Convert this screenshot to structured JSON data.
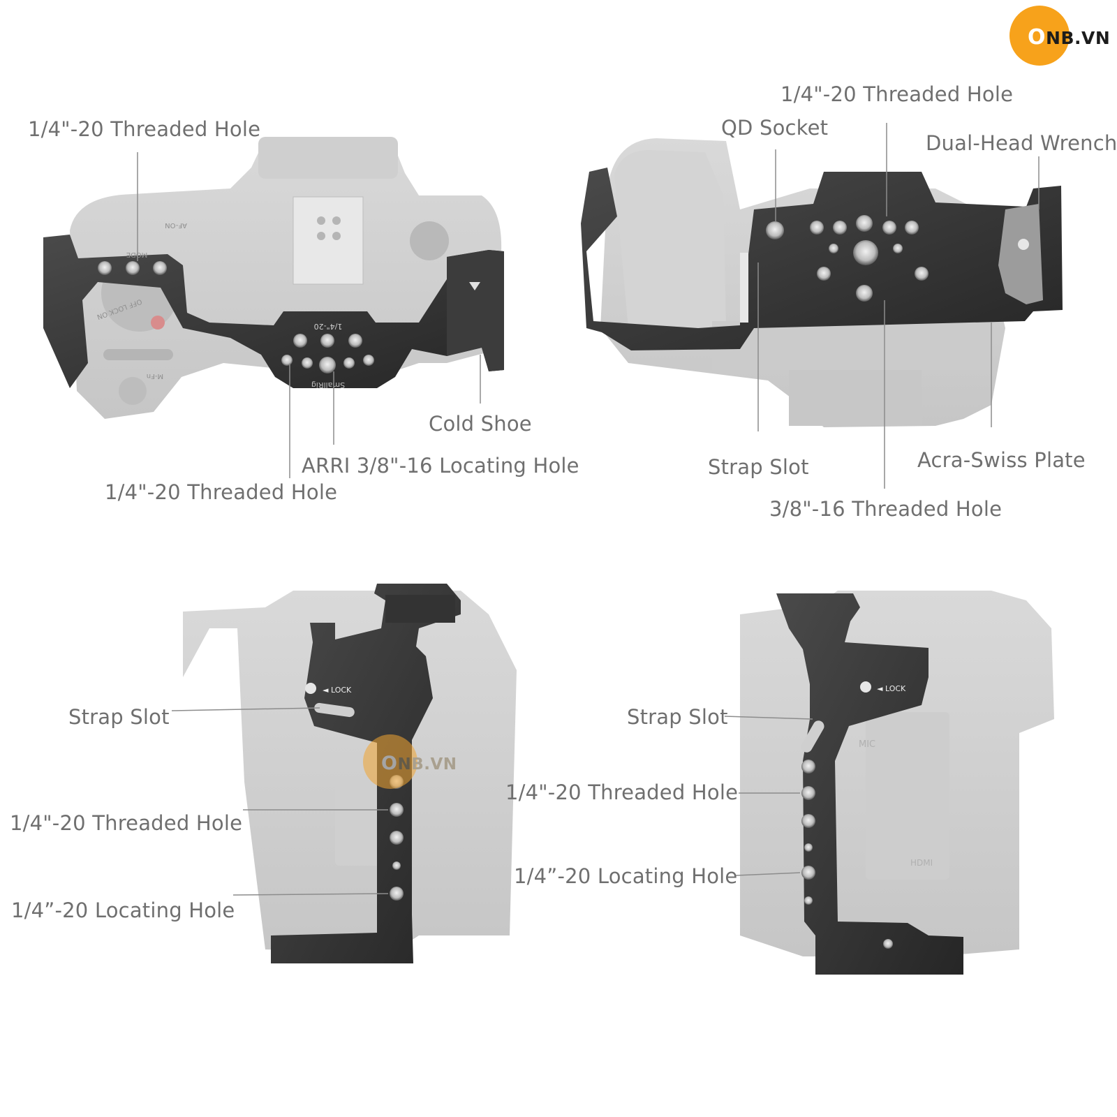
{
  "watermark": {
    "o": "O",
    "rest": "NB.VN",
    "brand_color": "#f7a21b"
  },
  "labels": {
    "top_left": {
      "threaded_hole_top": "1/4\"-20 Threaded Hole",
      "cold_shoe": "Cold Shoe",
      "arri_hole": "ARRI 3/8\"-16 Locating Hole",
      "threaded_hole_bottom": "1/4\"-20 Threaded Hole"
    },
    "top_right": {
      "threaded_hole": "1/4\"-20 Threaded Hole",
      "qd_socket": "QD Socket",
      "wrench": "Dual-Head Wrench",
      "strap_slot": "Strap Slot",
      "acra_plate": "Acra-Swiss Plate",
      "threaded_hole_38": "3/8\"-16 Threaded Hole"
    },
    "bottom_left": {
      "strap_slot": "Strap Slot",
      "threaded_hole": "1/4\"-20 Threaded Hole",
      "locating_hole": "1/4”-20 Locating Hole"
    },
    "bottom_right": {
      "strap_slot": "Strap Slot",
      "threaded_hole": "1/4\"-20 Threaded Hole",
      "locating_hole": "1/4”-20 Locating Hole"
    }
  },
  "engravings": {
    "plate_spec": "1/4\"-20",
    "brand": "SmallRig",
    "lock": "◄ LOCK",
    "port_mic": "MIC",
    "port_hdmi": "HDMI",
    "dial_mode": "MODE",
    "switch": "OFF LOCK ON",
    "button_af": "AF-ON",
    "button_mfn": "M-Fn"
  }
}
